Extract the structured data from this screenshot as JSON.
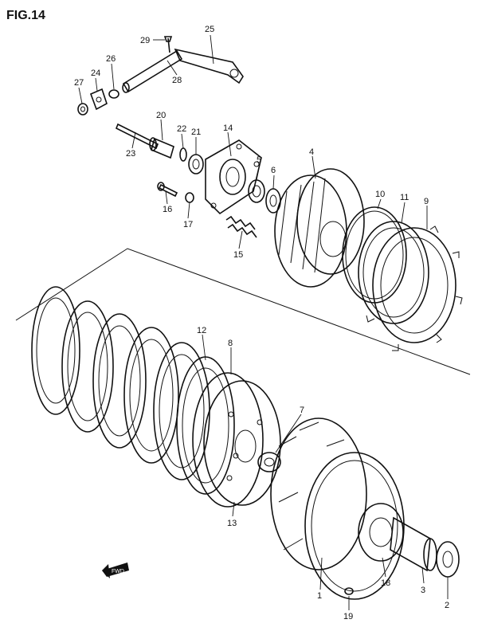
{
  "figure": {
    "title": "FIG.14"
  },
  "direction_marker": {
    "label": "FWD"
  },
  "callouts": [
    {
      "id": "c1",
      "label": "1"
    },
    {
      "id": "c2",
      "label": "2"
    },
    {
      "id": "c3",
      "label": "3"
    },
    {
      "id": "c4",
      "label": "4"
    },
    {
      "id": "c5",
      "label": "5"
    },
    {
      "id": "c6",
      "label": "6"
    },
    {
      "id": "c7",
      "label": "7"
    },
    {
      "id": "c8",
      "label": "8"
    },
    {
      "id": "c9",
      "label": "9"
    },
    {
      "id": "c10",
      "label": "10"
    },
    {
      "id": "c11",
      "label": "11"
    },
    {
      "id": "c12",
      "label": "12"
    },
    {
      "id": "c13",
      "label": "13"
    },
    {
      "id": "c14",
      "label": "14"
    },
    {
      "id": "c15",
      "label": "15"
    },
    {
      "id": "c16",
      "label": "16"
    },
    {
      "id": "c17",
      "label": "17"
    },
    {
      "id": "c18",
      "label": "18"
    },
    {
      "id": "c19",
      "label": "19"
    },
    {
      "id": "c20",
      "label": "20"
    },
    {
      "id": "c21",
      "label": "21"
    },
    {
      "id": "c22",
      "label": "22"
    },
    {
      "id": "c23",
      "label": "23"
    },
    {
      "id": "c24",
      "label": "24"
    },
    {
      "id": "c25",
      "label": "25"
    },
    {
      "id": "c26",
      "label": "26"
    },
    {
      "id": "c27",
      "label": "27"
    },
    {
      "id": "c28",
      "label": "28"
    },
    {
      "id": "c29",
      "label": "29"
    }
  ]
}
